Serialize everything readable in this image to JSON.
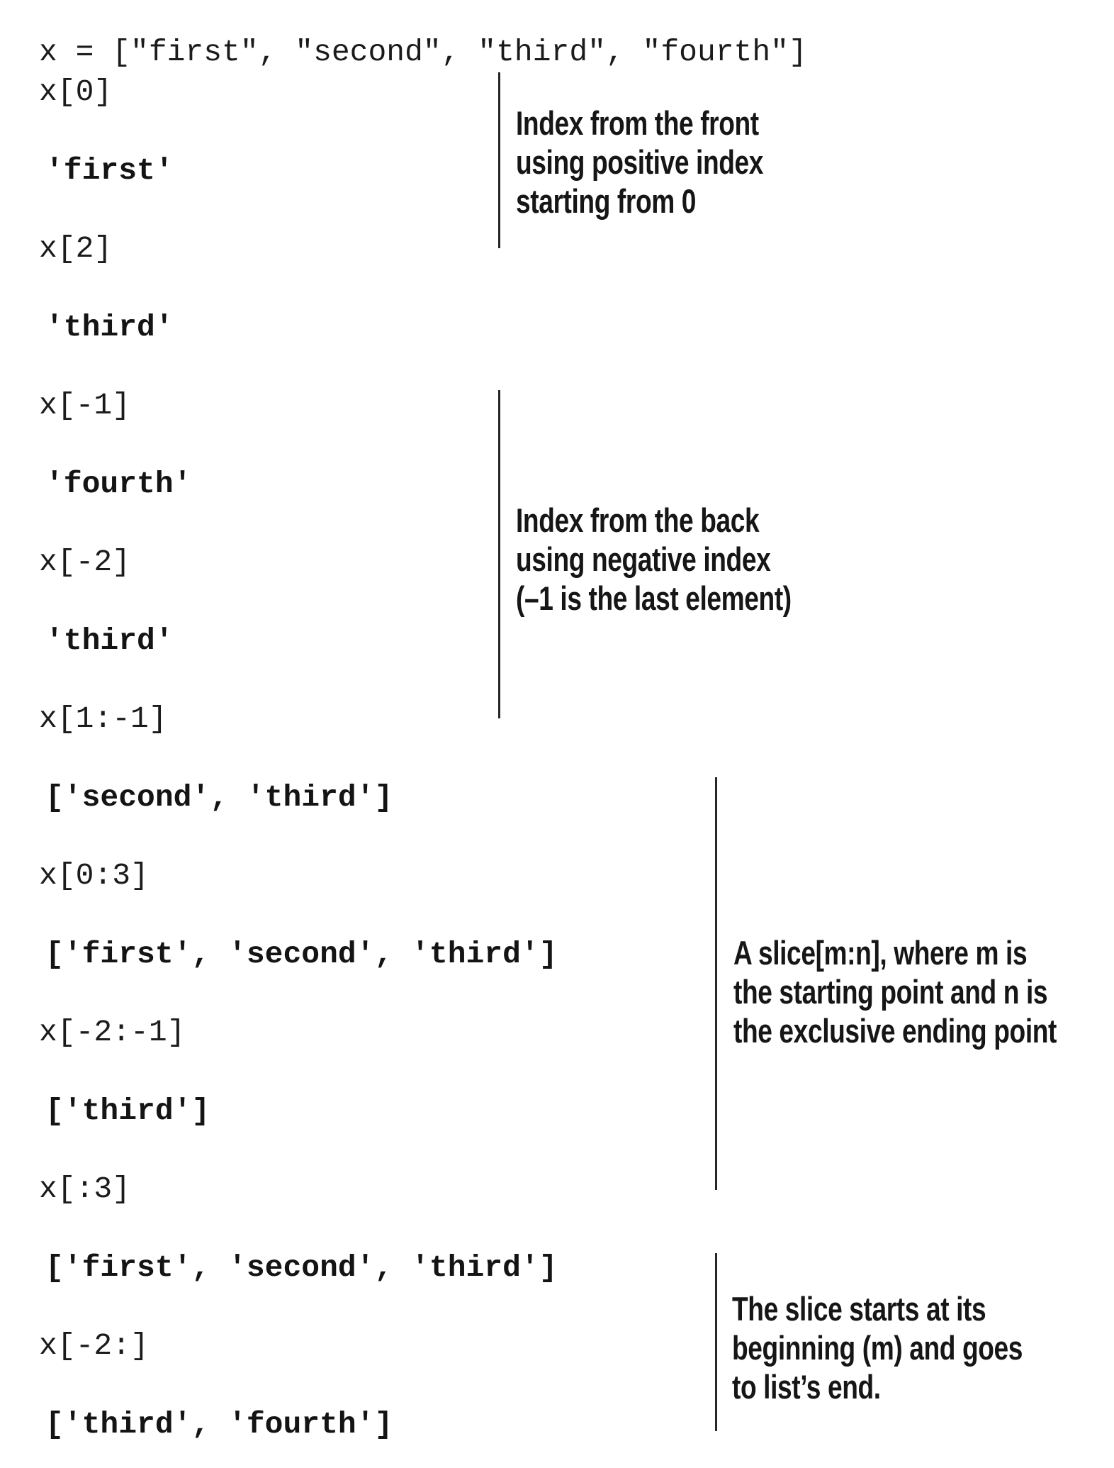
{
  "code": {
    "lines": [
      {
        "text": "x = [\"first\", \"second\", \"third\", \"fourth\"]",
        "kind": "input"
      },
      {
        "text": "x[0]",
        "kind": "input"
      },
      {
        "text": "'first'",
        "kind": "output"
      },
      {
        "text": "x[2]",
        "kind": "input"
      },
      {
        "text": "'third'",
        "kind": "output"
      },
      {
        "text": "x[-1]",
        "kind": "input"
      },
      {
        "text": "'fourth'",
        "kind": "output"
      },
      {
        "text": "x[-2]",
        "kind": "input"
      },
      {
        "text": "'third'",
        "kind": "output"
      },
      {
        "text": "x[1:-1]",
        "kind": "input"
      },
      {
        "text": "['second', 'third']",
        "kind": "output"
      },
      {
        "text": "x[0:3]",
        "kind": "input"
      },
      {
        "text": "['first', 'second', 'third']",
        "kind": "output"
      },
      {
        "text": "x[-2:-1]",
        "kind": "input"
      },
      {
        "text": "['third']",
        "kind": "output"
      },
      {
        "text": "x[:3]",
        "kind": "input"
      },
      {
        "text": "['first', 'second', 'third']",
        "kind": "output"
      },
      {
        "text": "x[-2:]",
        "kind": "input"
      },
      {
        "text": "['third', 'fourth']",
        "kind": "output"
      }
    ]
  },
  "annotations": [
    {
      "lines": [
        "Index from the front",
        "using positive index",
        "starting from 0"
      ]
    },
    {
      "lines": [
        "Index from the back",
        "using negative index",
        "(–1 is the last element)"
      ]
    },
    {
      "lines": [
        "A slice[m:n], where m is",
        "the starting point and n is",
        "the exclusive ending point"
      ]
    },
    {
      "lines": [
        "The slice starts at its",
        "beginning (m) and goes",
        "to list’s end."
      ]
    }
  ],
  "colors": {
    "background": "#ffffff",
    "code_text": "#1b1b1b",
    "annotation_text": "#161616",
    "rule": "#262626"
  }
}
